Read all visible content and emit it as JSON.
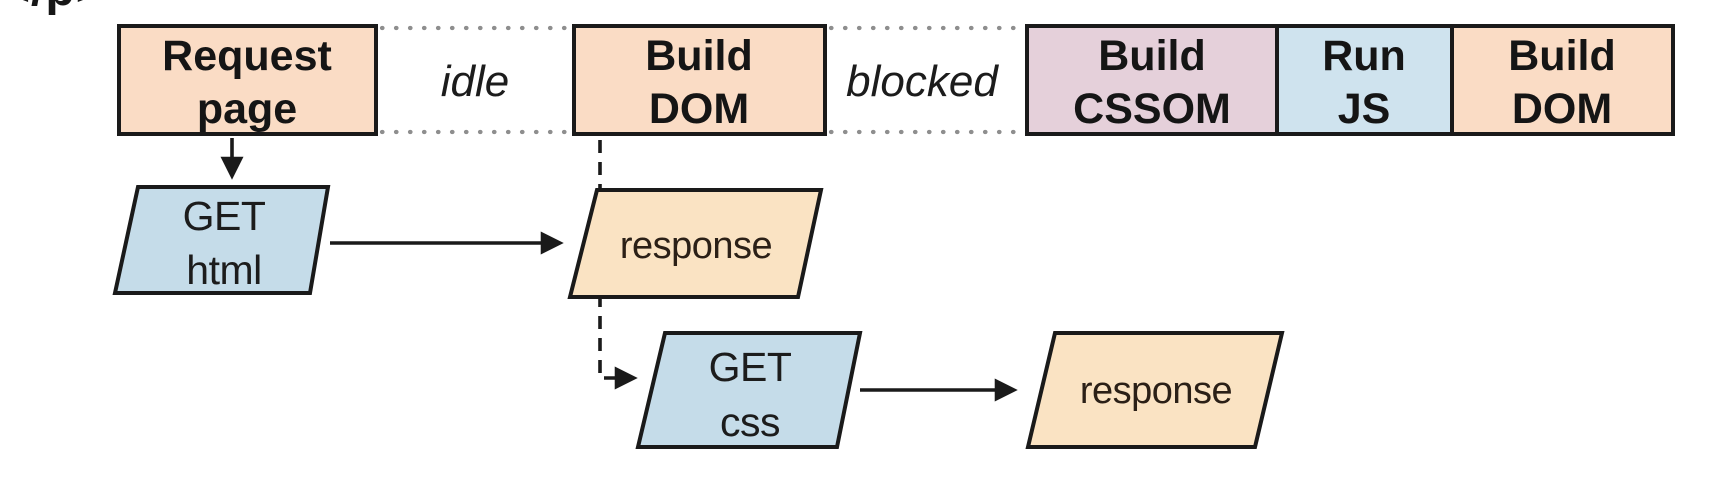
{
  "code_fragment": {
    "text": "</p>"
  },
  "palette": {
    "peach": "#fadcc5",
    "mauve": "#e5d0da",
    "blue_box": "#cfe3ee",
    "blue_io": "#c5dce9",
    "cream_io": "#fae3c3",
    "border": "#1a1a1a",
    "dots": "#8e8e8e",
    "text": "#151515"
  },
  "timeline": {
    "boxes": [
      {
        "name": "request-page",
        "line1": "Request",
        "line2": "page",
        "fill": "#fadcc5"
      },
      {
        "name": "build-dom",
        "line1": "Build",
        "line2": "DOM",
        "fill": "#fadcc5"
      },
      {
        "name": "build-cssom",
        "line1": "Build",
        "line2": "CSSOM",
        "fill": "#e5d0da"
      },
      {
        "name": "run-js",
        "line1": "Run",
        "line2": "JS",
        "fill": "#cfe3ee"
      },
      {
        "name": "build-dom-2",
        "line1": "Build",
        "line2": "DOM",
        "fill": "#fadcc5"
      }
    ],
    "gaps": [
      {
        "name": "idle",
        "label": "idle"
      },
      {
        "name": "blocked",
        "label": "blocked"
      }
    ]
  },
  "requests": {
    "get_html": {
      "line1": "GET",
      "line2": "html",
      "fill": "#c5dce9"
    },
    "response_html": {
      "label": "response",
      "fill": "#fae3c3"
    },
    "get_css": {
      "line1": "GET",
      "line2": "css",
      "fill": "#c5dce9"
    },
    "response_css": {
      "label": "response",
      "fill": "#fae3c3"
    }
  }
}
